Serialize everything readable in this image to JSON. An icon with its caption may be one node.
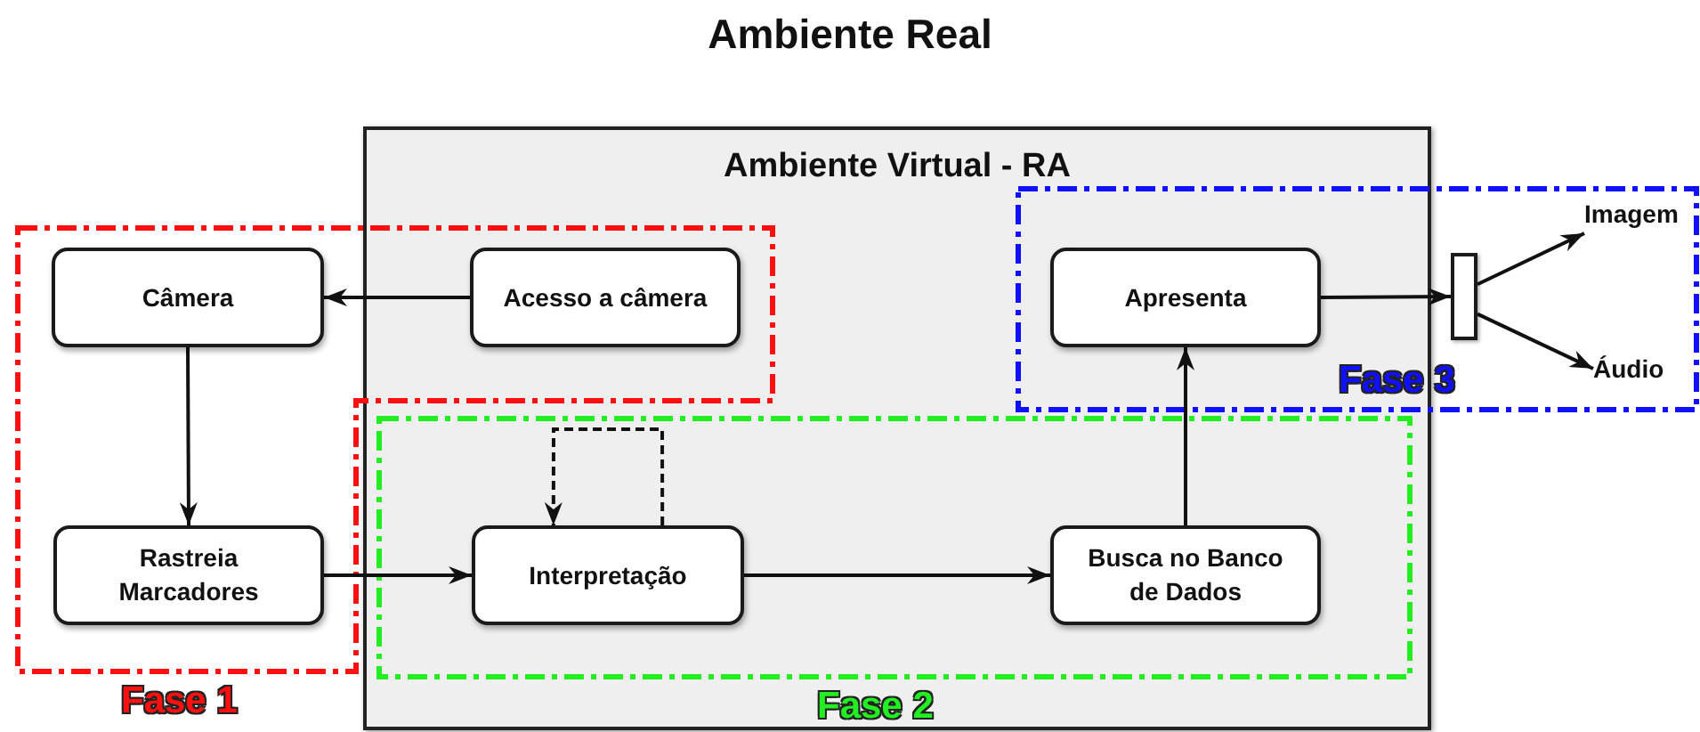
{
  "diagram": {
    "title": "Ambiente Real",
    "nodes": [
      {
        "text": [
          "Ambiente Virtual - RA"
        ]
      },
      {
        "text": [
          "Fase 1"
        ]
      },
      {
        "text": [
          "Câmera"
        ],
        "in": 1
      },
      {
        "text": [
          "Acesso a câmera"
        ]
      },
      {
        "text": [
          "Rastreia Marcadores"
        ],
        "in": 1
      },
      {
        "text": [
          "Fase 2"
        ],
        "in": 0
      },
      {
        "text": [
          "Interpretação"
        ],
        "in": 5
      },
      {
        "text": [
          "Busca no Banco de Dados"
        ],
        "in": 5
      },
      {
        "text": [
          "Fase 3"
        ]
      },
      {
        "text": [
          "Apresenta"
        ]
      },
      {
        "text": [],
        "shape": "bar",
        "in": 8
      },
      {
        "text": [
          "Imagem"
        ],
        "in": 8
      },
      {
        "text": [
          "Áudio"
        ],
        "in": 8
      }
    ],
    "edges": [
      {
        "from": 3,
        "to": 2,
        "arrow": "to"
      },
      {
        "from": 2,
        "to": 4,
        "arrow": "to"
      },
      {
        "from": 4,
        "to": 6,
        "arrow": "to"
      },
      {
        "from": 6,
        "to": 6,
        "arrow": "to",
        "style": "dashed"
      },
      {
        "from": 6,
        "to": 7,
        "arrow": "to"
      },
      {
        "from": 7,
        "to": 9,
        "arrow": "to"
      },
      {
        "from": 9,
        "to": 10,
        "arrow": "to"
      },
      {
        "from": 10,
        "to": 11,
        "arrow": "to"
      },
      {
        "from": 10,
        "to": 12,
        "arrow": "to"
      }
    ]
  }
}
